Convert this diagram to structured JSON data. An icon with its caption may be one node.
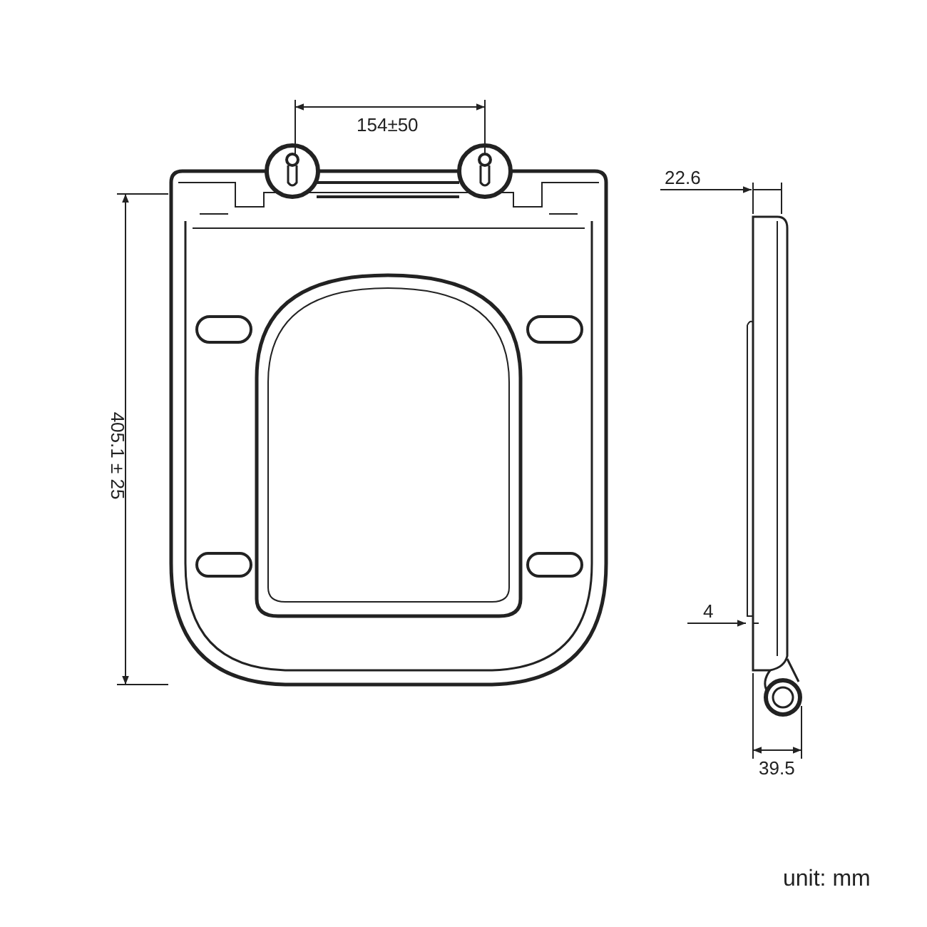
{
  "diagram": {
    "labels": [
      "154±50",
      "405.1 ± 25",
      "22.6",
      "4",
      "39.5",
      "unit: mm"
    ]
  }
}
